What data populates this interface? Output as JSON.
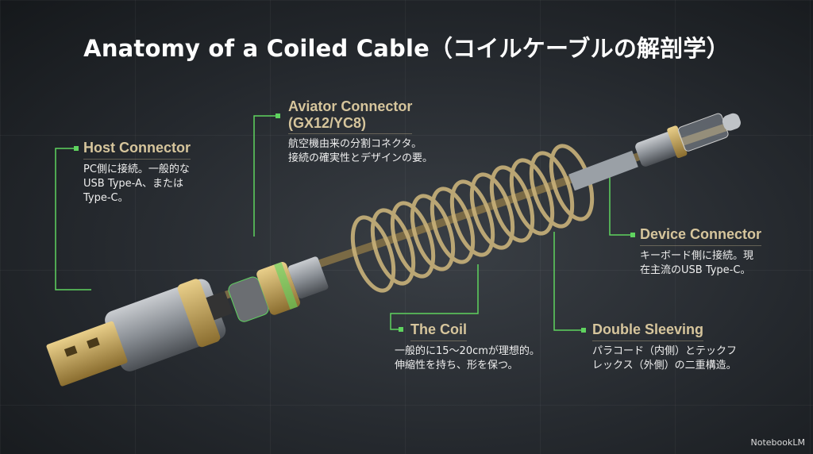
{
  "title": "Anatomy of a Coiled Cable（コイルケーブルの解剖学）",
  "labels": {
    "host": {
      "title": "Host Connector",
      "desc": "PC側に接続。一般的な\nUSB Type-A、または\nType-C。"
    },
    "aviator": {
      "title": "Aviator Connector\n(GX12/YC8)",
      "desc": "航空機由来の分割コネクタ。\n接続の確実性とデザインの要。"
    },
    "device": {
      "title": "Device Connector",
      "desc": "キーボード側に接続。現\n在主流のUSB Type-C。"
    },
    "coil": {
      "title": "The Coil",
      "desc": "一般的に15〜20cmが理想的。\n伸縮性を持ち、形を保つ。"
    },
    "sleeving": {
      "title": "Double Sleeving",
      "desc": "パラコード（内側）とテックフ\nレックス（外側）の二重構造。"
    }
  },
  "brand": "NotebookLM",
  "colors": {
    "accent": "#5fd35f",
    "gold": "#d6c59c"
  }
}
